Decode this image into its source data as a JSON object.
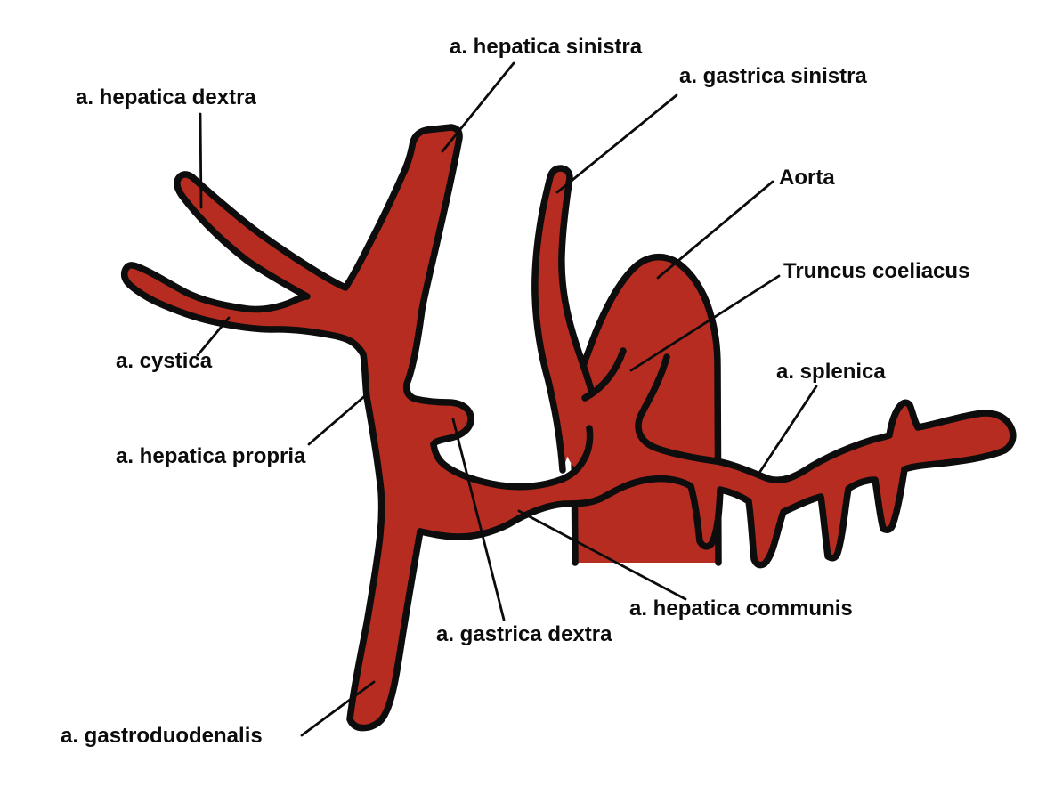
{
  "figure": {
    "type": "anatomical-diagram",
    "subject": "celiac trunk arteries"
  },
  "colors": {
    "background": "#ffffff",
    "artery_fill": "#b72c21",
    "outline": "#0d0d0d",
    "label_color": "#0c0c0c"
  },
  "labels": [
    {
      "id": "a-hepatica-dextra",
      "text": "a. hepatica dextra"
    },
    {
      "id": "a-hepatica-sinistra",
      "text": "a. hepatica sinistra"
    },
    {
      "id": "a-gastrica-sinistra",
      "text": "a. gastrica sinistra"
    },
    {
      "id": "aorta",
      "text": "Aorta"
    },
    {
      "id": "truncus-coeliacus",
      "text": "Truncus coeliacus"
    },
    {
      "id": "a-cystica",
      "text": "a. cystica"
    },
    {
      "id": "a-splenica",
      "text": "a. splenica"
    },
    {
      "id": "a-hepatica-propria",
      "text": "a. hepatica propria"
    },
    {
      "id": "a-hepatica-communis",
      "text": "a. hepatica communis"
    },
    {
      "id": "a-gastrica-dextra",
      "text": "a. gastrica dextra"
    },
    {
      "id": "a-gastroduodenalis",
      "text": "a. gastroduodenalis"
    }
  ]
}
